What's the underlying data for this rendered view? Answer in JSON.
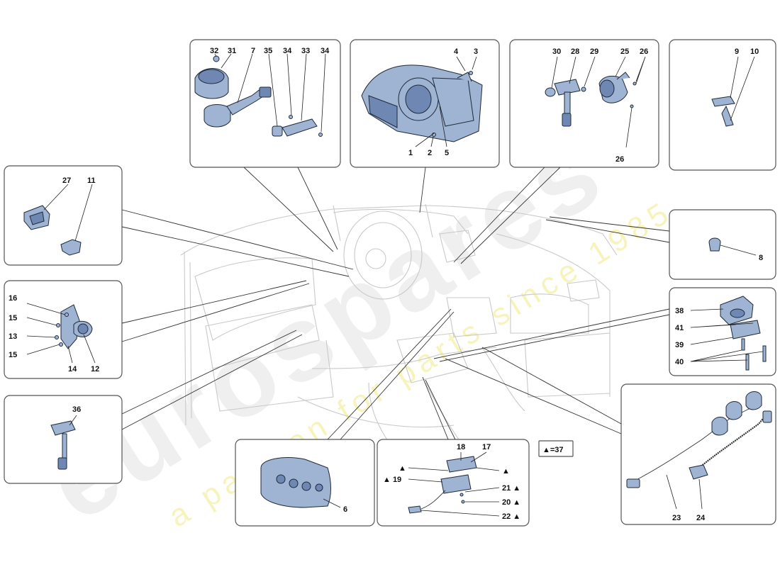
{
  "watermark": {
    "brand": "eurospares",
    "slogan": "a passion for parts since 1985"
  },
  "legend_note": "▲=37",
  "callouts": {
    "p32": "32",
    "p31": "31",
    "p7": "7",
    "p35": "35",
    "p34a": "34",
    "p33": "33",
    "p34b": "34",
    "p4": "4",
    "p3": "3",
    "p1": "1",
    "p2": "2",
    "p5": "5",
    "p30": "30",
    "p28": "28",
    "p29": "29",
    "p25": "25",
    "p26a": "26",
    "p26b": "26",
    "p9": "9",
    "p10": "10",
    "p27": "27",
    "p11": "11",
    "p8": "8",
    "p16": "16",
    "p15a": "15",
    "p13": "13",
    "p15b": "15",
    "p14": "14",
    "p12": "12",
    "p38": "38",
    "p41": "41",
    "p39": "39",
    "p40": "40",
    "p36": "36",
    "p6": "6",
    "p18": "18",
    "p17": "17",
    "p19": "▲ 19",
    "p21": "21 ▲",
    "p20": "20 ▲",
    "p22": "22 ▲",
    "tri1": "▲",
    "tri2": "▲",
    "p23": "23",
    "p24": "24"
  }
}
